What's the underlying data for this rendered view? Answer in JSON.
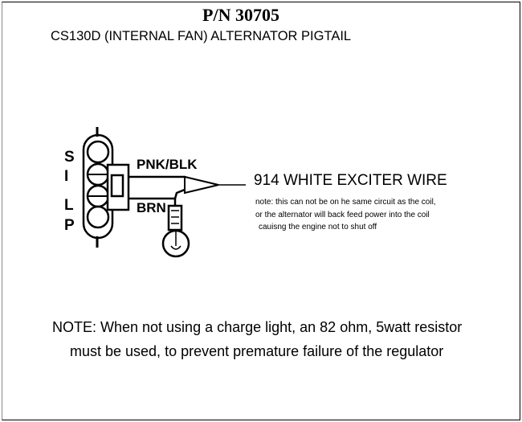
{
  "title": {
    "part_number": "P/N 30705",
    "subtitle": "CS130D (INTERNAL FAN) ALTERNATOR PIGTAIL"
  },
  "connector": {
    "pins": [
      "S",
      "I",
      "L",
      "P"
    ]
  },
  "wires": {
    "upper_label": "PNK/BLK",
    "lower_label": "BRN",
    "output_label": "914 WHITE EXCITER WIRE"
  },
  "warning": {
    "line1": "note: this can not be on he same circuit as the coil,",
    "line2": "or the alternator will back feed power into the coil",
    "line3": "cauisng the engine not to shut off"
  },
  "footer_note": {
    "line1": "NOTE: When not using a charge light, an 82 ohm, 5watt resistor",
    "line2": "must be used, to prevent premature failure of the regulator"
  }
}
